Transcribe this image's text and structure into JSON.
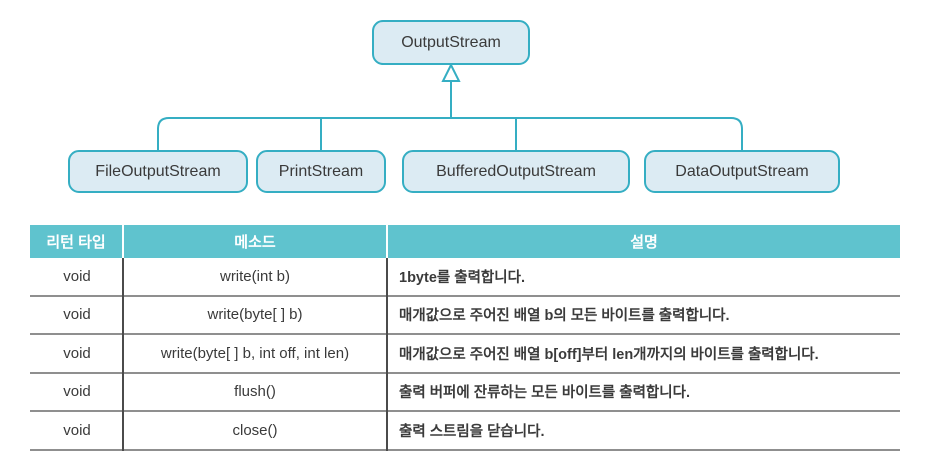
{
  "diagram": {
    "parent": "OutputStream",
    "children": [
      "FileOutputStream",
      "PrintStream",
      "BufferedOutputStream",
      "DataOutputStream"
    ],
    "icons": {
      "inheritance": "hollow-triangle-arrow-up"
    }
  },
  "table": {
    "headers": [
      "리턴 타입",
      "메소드",
      "설명"
    ],
    "rows": [
      [
        "void",
        "write(int b)",
        "1byte를 출력합니다."
      ],
      [
        "void",
        "write(byte[ ] b)",
        "매개값으로 주어진 배열 b의 모든 바이트를 출력합니다."
      ],
      [
        "void",
        "write(byte[ ] b, int off, int len)",
        "매개값으로 주어진 배열 b[off]부터 len개까지의 바이트를 출력합니다."
      ],
      [
        "void",
        "flush()",
        "출력 버퍼에 잔류하는 모든 바이트를 출력합니다."
      ],
      [
        "void",
        "close()",
        "출력 스트림을 닫습니다."
      ]
    ]
  },
  "colors": {
    "diagram_line": "#35aec3",
    "box_fill": "#dcebf3",
    "header_bg": "#5fc3ce",
    "header_text": "#ffffff",
    "body_text": "#3a3a3a",
    "row_separator": "#8f8f8f",
    "column_divider": "#4b4b4b"
  }
}
